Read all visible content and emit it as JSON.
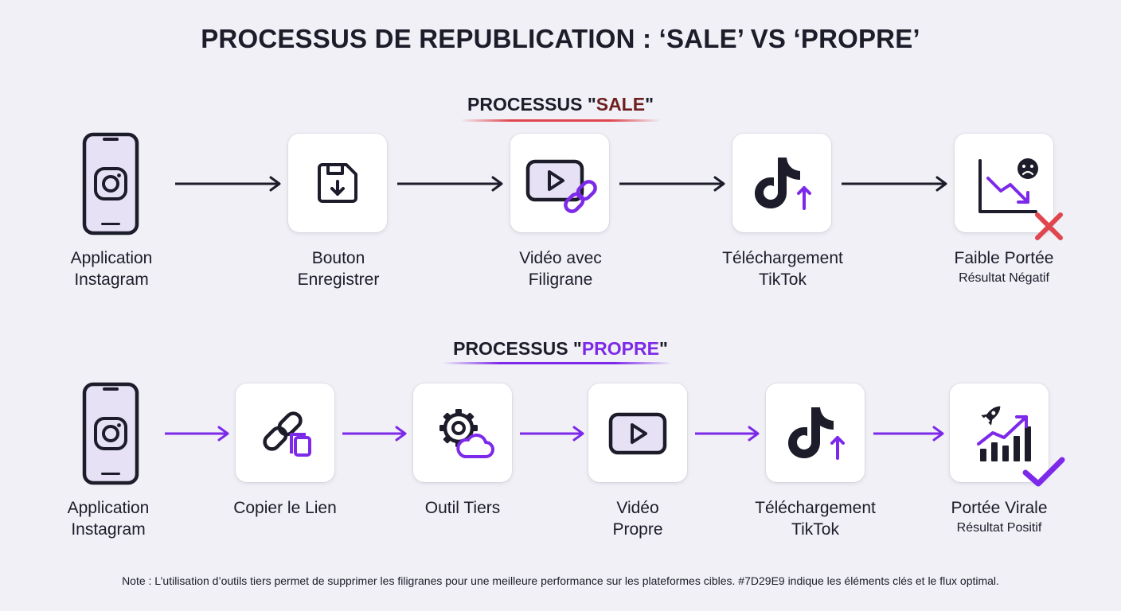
{
  "title": "PROCESSUS DE REPUBLICATION : ‘SALE’ VS ‘PROPRE’",
  "colors": {
    "accent": "#7D29E9",
    "dark": "#1C1C2A",
    "negative": "#E0464E",
    "dirty_title": "#6E1F1F"
  },
  "dirty": {
    "title_prefix": "PROCESSUS \"",
    "title_word": "SALE",
    "title_suffix": "\"",
    "steps": [
      {
        "icon": "instagram-phone-icon",
        "line1": "Application",
        "line2": "Instagram"
      },
      {
        "icon": "save-download-icon",
        "line1": "Bouton",
        "line2": "Enregistrer"
      },
      {
        "icon": "watermarked-video-link-icon",
        "line1": "Vidéo avec",
        "line2": "Filigrane"
      },
      {
        "icon": "tiktok-upload-icon",
        "line1": "Téléchargement",
        "line2": "TikTok"
      },
      {
        "icon": "declining-chart-sad-icon",
        "line1": "Faible Portée",
        "line2": "Résultat Négatif"
      }
    ]
  },
  "clean": {
    "title_prefix": "PROCESSUS \"",
    "title_word": "PROPRE",
    "title_suffix": "\"",
    "steps": [
      {
        "icon": "instagram-phone-icon",
        "line1": "Application",
        "line2": "Instagram"
      },
      {
        "icon": "copy-link-icon",
        "line1": "Copier le Lien",
        "line2": ""
      },
      {
        "icon": "gear-cloud-icon",
        "line1": "Outil Tiers",
        "line2": ""
      },
      {
        "icon": "play-video-icon",
        "line1": "Vidéo",
        "line2": "Propre"
      },
      {
        "icon": "tiktok-upload-icon",
        "line1": "Téléchargement",
        "line2": "TikTok"
      },
      {
        "icon": "rocket-growth-chart-icon",
        "line1": "Portée Virale",
        "line2": "Résultat Positif"
      }
    ]
  },
  "note": "Note : L’utilisation d’outils tiers permet de supprimer les filigranes pour une meilleure performance sur les plateformes cibles. #7D29E9 indique les éléments clés et le flux optimal."
}
